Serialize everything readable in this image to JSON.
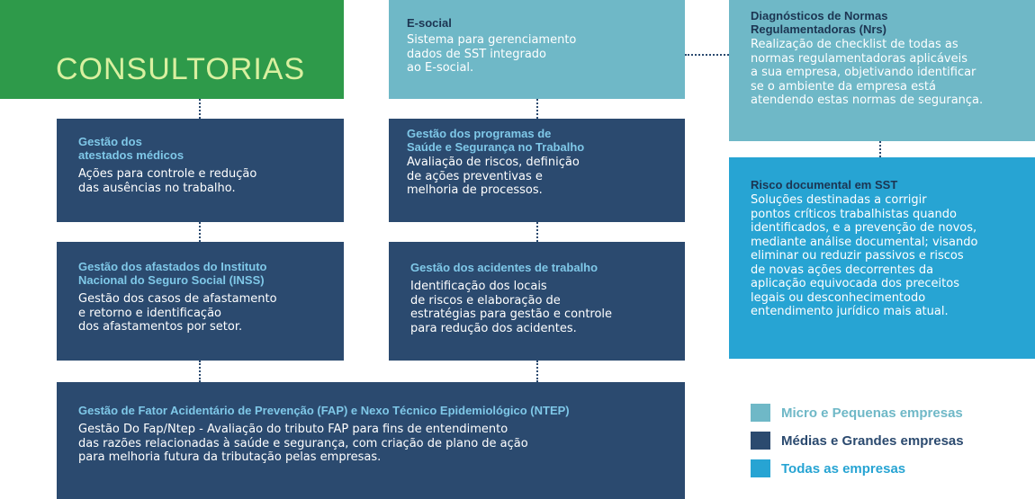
{
  "header": {
    "title": "CONSULTORIAS"
  },
  "boxes": {
    "esocial": {
      "title": "E-social",
      "desc": "Sistema para gerenciamento\ndados de SST integrado\nao E-social."
    },
    "nrs": {
      "title": "Diagnósticos de Normas\nRegulamentadoras (Nrs)",
      "desc": "Realização de checklist de todas as\nnormas regulamentadoras aplicáveis\na sua empresa, objetivando identificar\nse o ambiente da empresa está\natendendo estas normas de segurança."
    },
    "atestados": {
      "title": "Gestão dos\natestados médicos",
      "desc": "Ações para controle e redução\ndas ausências no trabalho."
    },
    "programas": {
      "title": "Gestão dos programas de\nSaúde e Segurança no Trabalho",
      "desc": "Avaliação de riscos, definição\nde ações preventivas e\nmelhoria de processos."
    },
    "risco": {
      "title": "Risco documental em SST",
      "desc": "Soluções destinadas a corrigir\npontos críticos trabalhistas quando\nidentificados, e a prevenção de novos,\nmediante análise documental; visando\neliminar ou reduzir passivos e riscos\nde novas ações decorrentes da\naplicação equivocada dos preceitos\nlegais ou desconhecimentodo\nentendimento jurídico mais atual."
    },
    "inss": {
      "title": "Gestão dos afastados do Instituto\nNacional do Seguro Social (INSS)",
      "desc": "Gestão dos casos de afastamento\ne retorno e identificação\ndos afastamentos por setor."
    },
    "acidentes": {
      "title": "Gestão dos acidentes de trabalho",
      "desc": "Identificação dos locais\nde riscos e elaboração de\nestratégias para gestão e controle\npara redução dos acidentes."
    },
    "fap": {
      "title": "Gestão de Fator Acidentário de Prevenção (FAP) e Nexo Técnico Epidemiológico (NTEP)",
      "desc": "Gestão Do Fap/Ntep - Avaliação do tributo FAP para fins de entendimento\ndas razões relacionadas à saúde e segurança, com criação de plano de ação\npara melhoria futura da tributação pelas empresas."
    }
  },
  "legend": [
    {
      "label": "Micro e Pequenas empresas",
      "color": "#6fb8c7"
    },
    {
      "label": "Médias e Grandes empresas",
      "color": "#2b4a6f"
    },
    {
      "label": "Todas as empresas",
      "color": "#27a4d3"
    }
  ]
}
